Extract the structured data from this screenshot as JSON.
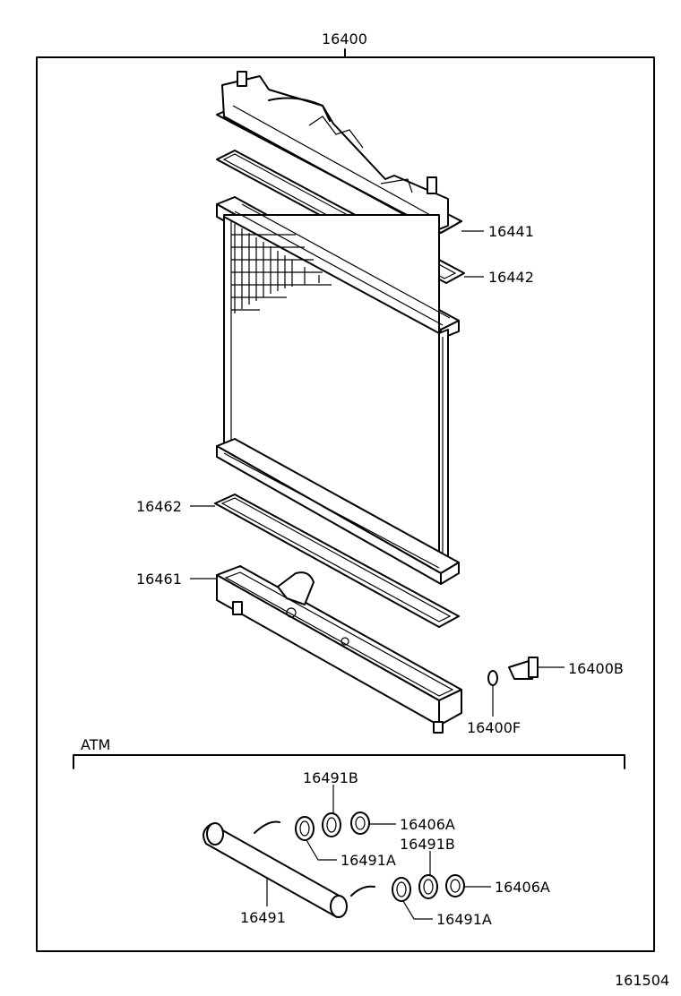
{
  "diagram": {
    "main_part_number": "16400",
    "section_label": "ATM",
    "figure_number": "161504",
    "callouts": {
      "upper_tank": "16441",
      "upper_gasket": "16442",
      "lower_gasket": "16462",
      "lower_tank": "16461",
      "drain_cock_plug": "16400B",
      "drain_oring": "16400F",
      "pipe": "16491",
      "upper_washer_b": "16491B",
      "upper_nut_a": "16406A",
      "upper_washer_a": "16491A",
      "lower_washer_b": "16491B",
      "lower_nut_a": "16406A",
      "lower_washer_a": "16491A"
    }
  }
}
